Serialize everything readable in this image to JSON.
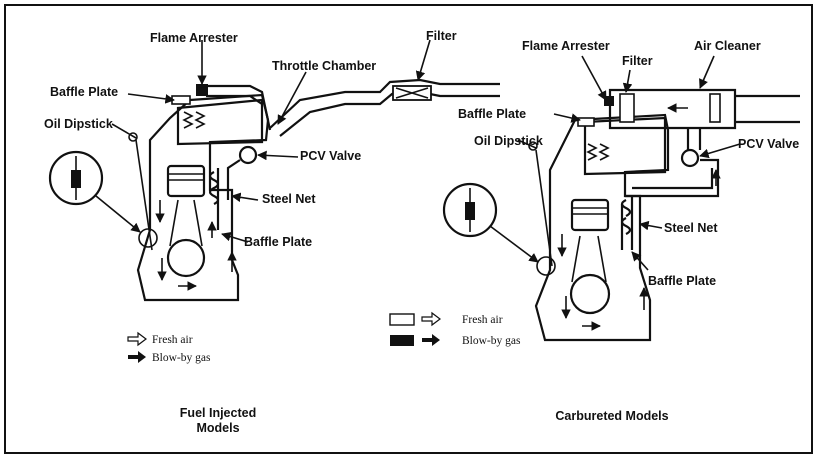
{
  "left": {
    "labels": {
      "flame_arrester": "Flame Arrester",
      "throttle_chamber": "Throttle Chamber",
      "filter": "Filter",
      "baffle_plate_top": "Baffle Plate",
      "oil_dipstick": "Oil Dipstick",
      "pcv_valve": "PCV Valve",
      "steel_net": "Steel Net",
      "baffle_plate_bottom": "Baffle Plate"
    },
    "legend": {
      "fresh_air": "Fresh air",
      "blow_by": "Blow-by gas"
    },
    "caption": [
      "Fuel Injected",
      "Models"
    ]
  },
  "right": {
    "labels": {
      "flame_arrester": "Flame Arrester",
      "filter": "Filter",
      "air_cleaner": "Air Cleaner",
      "baffle_plate_top": "Baffle Plate",
      "oil_dipstick": "Oil Dipstick",
      "pcv_valve": "PCV Valve",
      "steel_net": "Steel Net",
      "baffle_plate_bottom": "Baffle Plate"
    },
    "legend": {
      "fresh_air": "Fresh air",
      "blow_by": "Blow-by gas"
    },
    "caption": [
      "Carbureted Models"
    ]
  }
}
